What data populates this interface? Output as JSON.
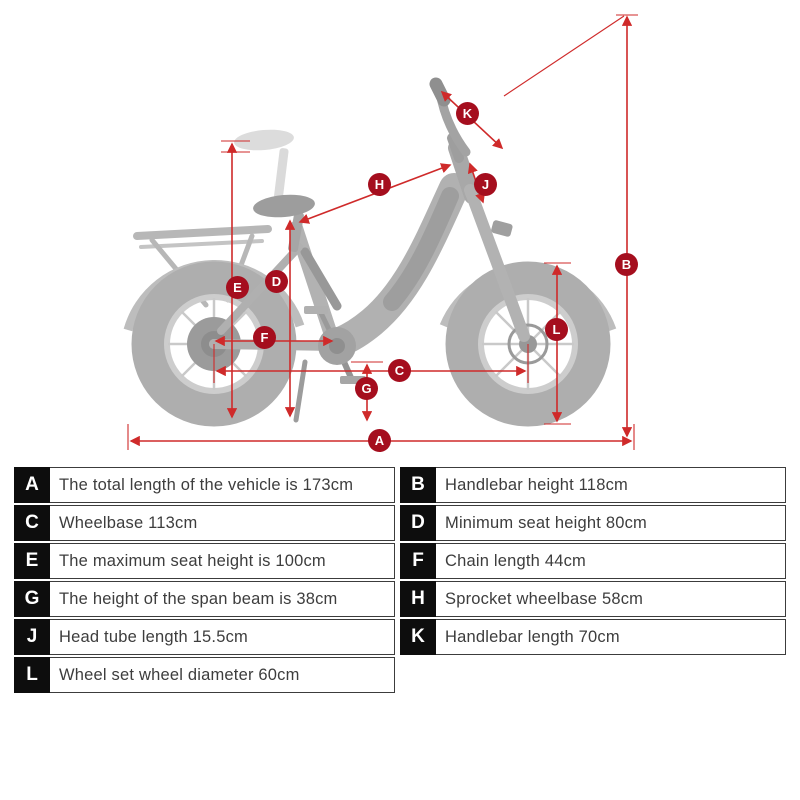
{
  "colors": {
    "dimension_line": "#cf2a2a",
    "marker_circle": "#a50e1e",
    "letter_box_bg": "#0d0d0d",
    "text_color": "#3d3d3d",
    "bike_silhouette": "#b3b3b3"
  },
  "diagram": {
    "description": "Electric fat-tire bike silhouette with red dimension lines",
    "markers": [
      {
        "letter": "A"
      },
      {
        "letter": "B"
      },
      {
        "letter": "C"
      },
      {
        "letter": "D"
      },
      {
        "letter": "E"
      },
      {
        "letter": "F"
      },
      {
        "letter": "G"
      },
      {
        "letter": "H"
      },
      {
        "letter": "J"
      },
      {
        "letter": "K"
      },
      {
        "letter": "L"
      }
    ]
  },
  "table": {
    "rows": [
      {
        "letter": "A",
        "text": "The total length of the vehicle is 173cm"
      },
      {
        "letter": "B",
        "text": "Handlebar height 118cm"
      },
      {
        "letter": "C",
        "text": "Wheelbase 113cm"
      },
      {
        "letter": "D",
        "text": "Minimum seat height 80cm"
      },
      {
        "letter": "E",
        "text": "The maximum seat height is 100cm"
      },
      {
        "letter": "F",
        "text": "Chain length 44cm"
      },
      {
        "letter": "G",
        "text": "The height of the span beam is 38cm"
      },
      {
        "letter": "H",
        "text": "Sprocket wheelbase 58cm"
      },
      {
        "letter": "J",
        "text": "Head tube length 15.5cm"
      },
      {
        "letter": "K",
        "text": "Handlebar length 70cm"
      },
      {
        "letter": "L",
        "text": "Wheel set wheel diameter 60cm"
      }
    ]
  }
}
